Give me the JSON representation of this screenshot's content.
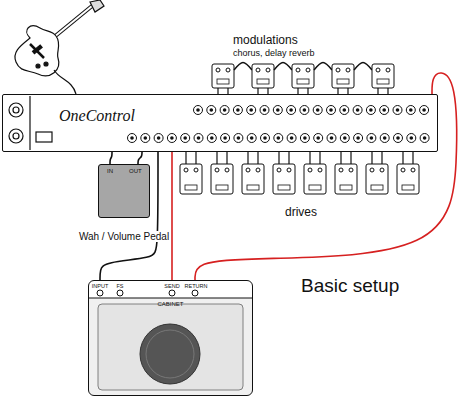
{
  "diagram": {
    "nodes": [
      {
        "text": [
          "OneControl"
        ]
      },
      {
        "text": [
          "IN",
          "OUT",
          "Wah / Volume Pedal"
        ]
      },
      {
        "text": [
          "CABINET"
        ]
      }
    ],
    "edges": [
      {
        "from": 1,
        "to": 0,
        "arrow": "none"
      },
      {
        "from": 1,
        "to": 0,
        "arrow": "none"
      },
      {
        "from": 0,
        "to": 2,
        "arrow": "none"
      },
      {
        "from": 0,
        "to": 2,
        "arrow": "none"
      },
      {
        "from": 2,
        "to": 0,
        "arrow": "none"
      }
    ],
    "labels": [
      "modulations",
      "chorus, delay reverb",
      "drives",
      "Basic setup",
      "INPUT",
      "FS",
      "SEND",
      "RETURN"
    ]
  }
}
